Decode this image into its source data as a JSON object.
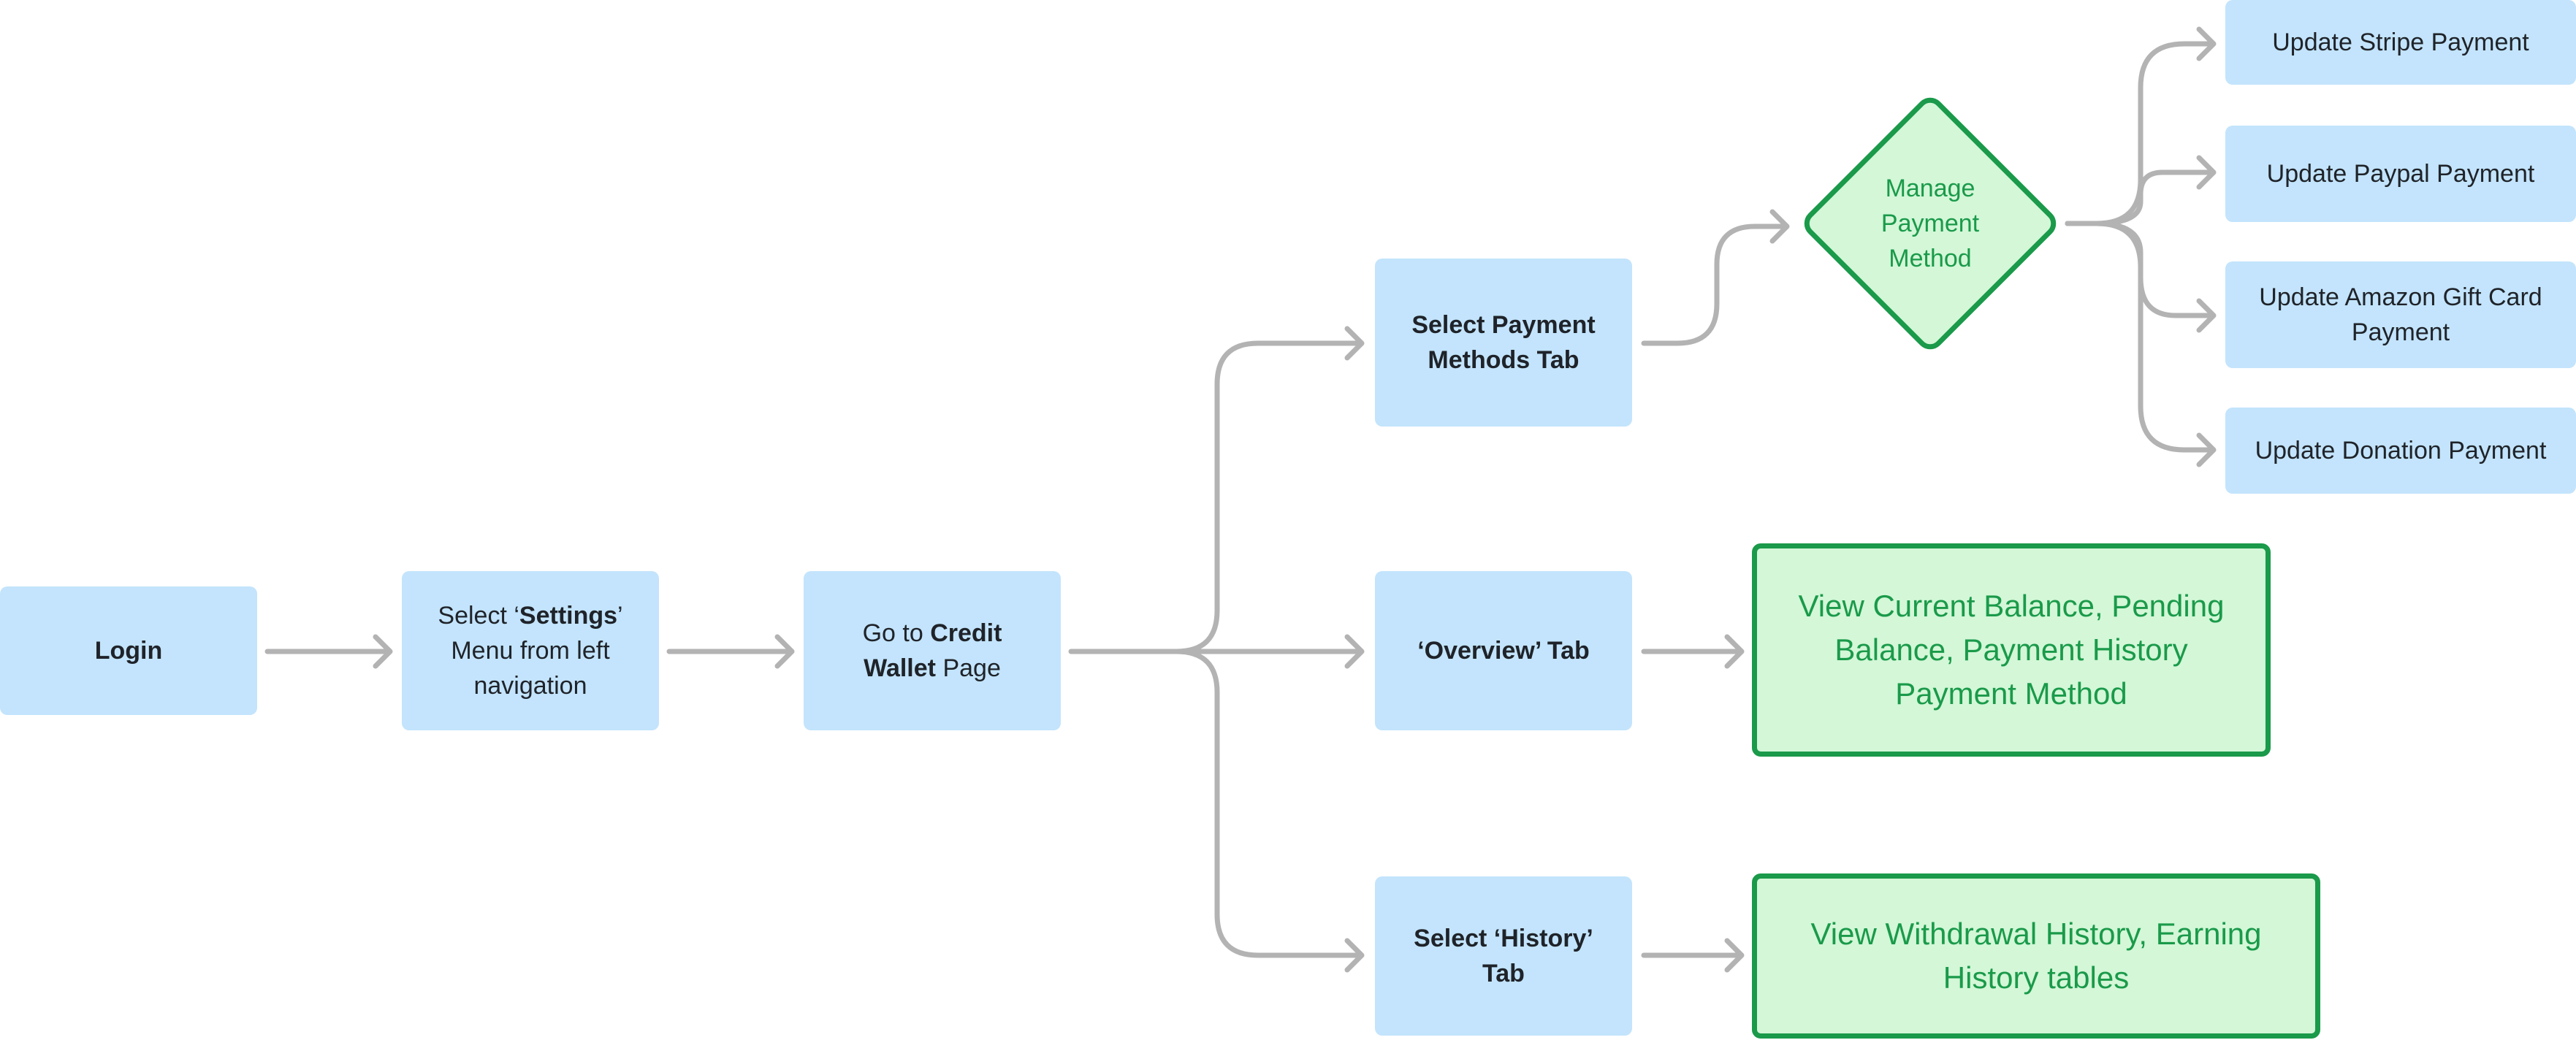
{
  "colors": {
    "step_fill": "#c3e4fc",
    "step_text": "#1f2329",
    "result_fill": "#d3f7d7",
    "result_border": "#1a9a4a",
    "result_text": "#1a9a4a",
    "connector": "#b3b3b3"
  },
  "nodes": {
    "login": {
      "bold": "Login"
    },
    "settings": {
      "pre": "Select ‘",
      "bold": "Settings",
      "post": "’ Menu from left navigation"
    },
    "wallet": {
      "pre": "Go to ",
      "bold": "Credit Wallet",
      "post": " Page"
    },
    "payment_tab": {
      "bold": "Select Payment Methods Tab"
    },
    "overview_tab": {
      "bold": "‘Overview’ Tab"
    },
    "history_tab": {
      "bold": "Select ‘History’ Tab"
    },
    "manage_payment": {
      "label": "Manage Payment Method"
    },
    "stripe": {
      "label": "Update Stripe Payment"
    },
    "paypal": {
      "label": "Update Paypal Payment"
    },
    "amazon": {
      "label": "Update Amazon Gift Card Payment"
    },
    "donation": {
      "label": "Update Donation Payment"
    },
    "overview_result": {
      "label": "View Current Balance, Pending Balance, Payment History Payment Method"
    },
    "history_result": {
      "label": "View Withdrawal History, Earning History tables"
    }
  }
}
